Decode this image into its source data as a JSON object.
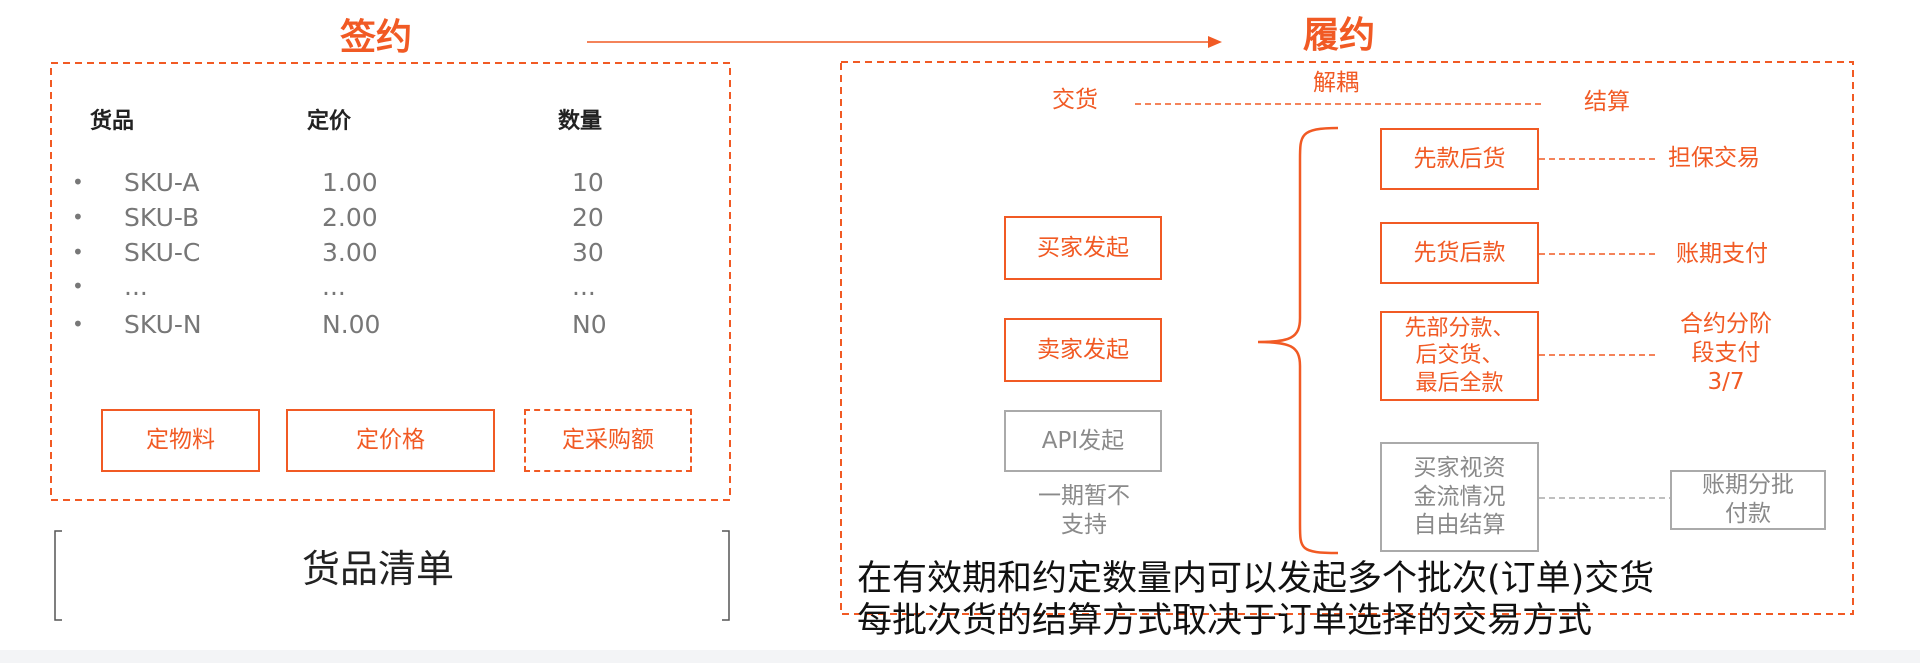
{
  "left": {
    "title": "签约",
    "headers": {
      "goods": "货品",
      "price": "定价",
      "qty": "数量"
    },
    "rows": [
      {
        "sku": "SKU-A",
        "price": "1.00",
        "qty": "10"
      },
      {
        "sku": "SKU-B",
        "price": "2.00",
        "qty": "20"
      },
      {
        "sku": "SKU-C",
        "price": "3.00",
        "qty": "30"
      },
      {
        "sku": "...",
        "price": "...",
        "qty": "..."
      },
      {
        "sku": "SKU-N",
        "price": "N.00",
        "qty": "N0"
      }
    ],
    "buttons": {
      "material": "定物料",
      "price": "定价格",
      "purchase": "定采购额"
    },
    "list_label": "货品清单"
  },
  "right": {
    "title": "履约",
    "delivery": "交货",
    "decouple": "解耦",
    "settlement": "结算",
    "initiators": {
      "buyer": "买家发起",
      "seller": "卖家发起",
      "api": "API发起",
      "api_note": "一期暂不\n支持"
    },
    "methods": {
      "pay_first": "先款后货",
      "goods_first": "先货后款",
      "partial": "先部分款、\n后交货、\n最后全款",
      "buyer_view": "买家视资\n金流情况\n自由结算"
    },
    "results": {
      "escrow": "担保交易",
      "credit": "账期支付",
      "staged": "合约分阶\n段支付\n3/7",
      "credit_batch": "账期分批\n付款"
    },
    "note_line1": "在有效期和约定数量内可以发起多个批次(订单)交货",
    "note_line2": "每批次货的结算方式取决于订单选择的交易方式"
  },
  "colors": {
    "accent": "#f15a24",
    "muted": "#aaaaaa"
  }
}
